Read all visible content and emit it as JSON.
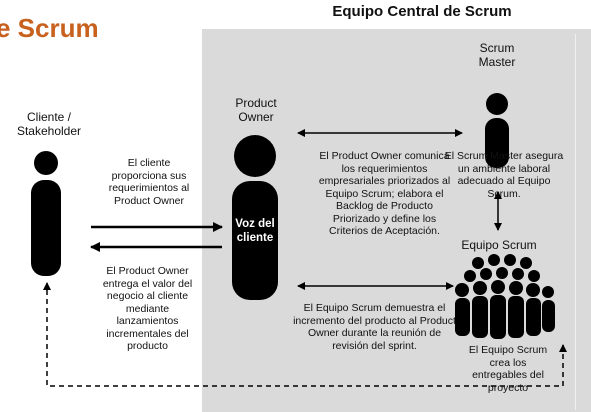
{
  "title": "e Scrum",
  "panel_title": "Equipo Central de Scrum",
  "roles": {
    "client": "Cliente / Stakeholder",
    "product_owner": "Product Owner",
    "scrum_master": "Scrum Master",
    "scrum_team": "Equipo Scrum"
  },
  "voice_of_customer": "Voz del cliente",
  "texts": {
    "client_provides": "El cliente proporciona sus requerimientos al Product Owner",
    "po_delivers": "El Product Owner entrega el valor del negocio al cliente mediante lanzamientos incrementales del producto",
    "po_communicates": "El Product Owner comunica los requerimientos empresariales priorizados al Equipo Scrum; elabora el Backlog de Producto Priorizado y define los Criterios de Aceptación.",
    "sm_ensures": "El Scrum Master asegura un ambiente laboral adecuado al Equipo Scrum.",
    "team_demonstrates": "El Equipo Scrum demuestra el incremento del producto al Product Owner durante la reunión de revisión del sprint.",
    "team_creates": "El Equipo Scrum crea los entregables del proyecto"
  },
  "colors": {
    "title": "#c8601e",
    "panel": "#dadada",
    "figure": "#000000"
  },
  "icons": [
    "person-icon",
    "team-icon",
    "double-arrow-icon",
    "dashed-arrow-icon"
  ]
}
